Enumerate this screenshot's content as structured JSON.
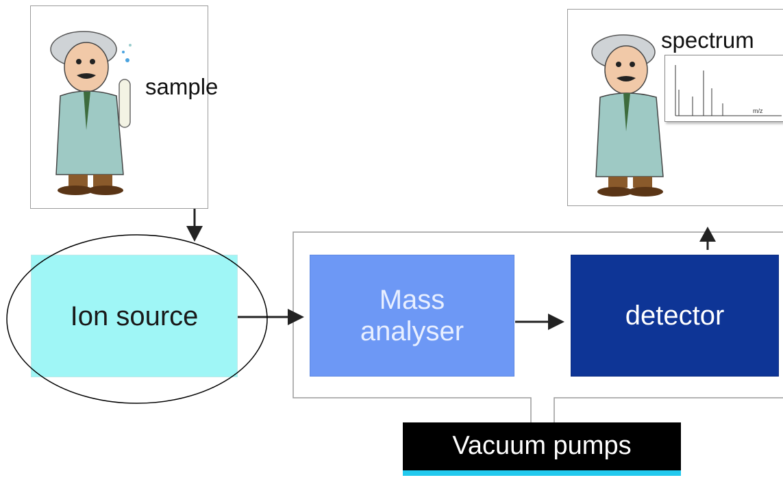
{
  "labels": {
    "sample": "sample",
    "spectrum": "spectrum",
    "ion_source": "Ion source",
    "mass_analyser_line1": "Mass",
    "mass_analyser_line2": "analyser",
    "detector": "detector",
    "vacuum_pumps": "Vacuum pumps",
    "mz": "m/z"
  },
  "colors": {
    "ion_source": "#9ff6f6",
    "mass_analyser": "#6d98f5",
    "detector": "#0e3596",
    "vacuum_pumps": "#000000",
    "vacuum_accent": "#22c9ee"
  },
  "icons": [
    "scientist-with-test-tube-icon",
    "scientist-with-spectrum-icon",
    "mini-spectrum-plot-icon"
  ]
}
